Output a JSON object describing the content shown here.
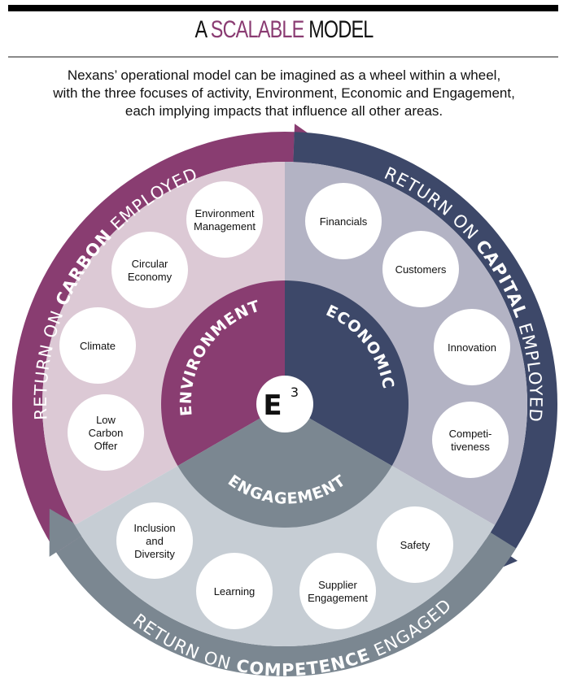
{
  "header": {
    "title_prefix": "A",
    "title_accent": "SCALABLE",
    "title_suffix": "MODEL"
  },
  "intro": {
    "lines": [
      "Nexans’ operational model can be imagined as a wheel within a wheel,",
      "with the three focuses of activity, Environment, Economic and Engagement,",
      "each implying impacts that influence all other areas."
    ]
  },
  "colors": {
    "environment": "#893d71",
    "environment_light": "#dcc9d5",
    "economic": "#3d4869",
    "economic_light": "#b3b3c4",
    "engagement": "#7b8791",
    "engagement_light": "#c6cdd4",
    "accent": "#8a3b72"
  },
  "center": {
    "label": "E",
    "superscript": "3"
  },
  "hub": {
    "environment": "ENVIRONMENT",
    "economic": "ECONOMIC",
    "engagement": "ENGAGEMENT"
  },
  "ring": {
    "carbon": {
      "prefix": "RETURN ON ",
      "bold": "CARBON",
      "suffix": " EMPLOYED"
    },
    "capital": {
      "prefix": "RETURN ON ",
      "bold": "CAPITAL",
      "suffix": " EMPLOYED"
    },
    "competence": {
      "prefix": "RETURN ON ",
      "bold": "COMPETENCE",
      "suffix": " ENGAGED"
    }
  },
  "bubbles": {
    "environment": [
      {
        "lines": [
          "Environment",
          "Management"
        ]
      },
      {
        "lines": [
          "Circular",
          "Economy"
        ]
      },
      {
        "lines": [
          "Climate"
        ]
      },
      {
        "lines": [
          "Low",
          "Carbon",
          "Offer"
        ]
      }
    ],
    "economic": [
      {
        "lines": [
          "Financials"
        ]
      },
      {
        "lines": [
          "Customers"
        ]
      },
      {
        "lines": [
          "Innovation"
        ]
      },
      {
        "lines": [
          "Competi-",
          "tiveness"
        ]
      }
    ],
    "engagement": [
      {
        "lines": [
          "Inclusion",
          "and",
          "Diversity"
        ]
      },
      {
        "lines": [
          "Learning"
        ]
      },
      {
        "lines": [
          "Supplier",
          "Engagement"
        ]
      },
      {
        "lines": [
          "Safety"
        ]
      }
    ]
  }
}
